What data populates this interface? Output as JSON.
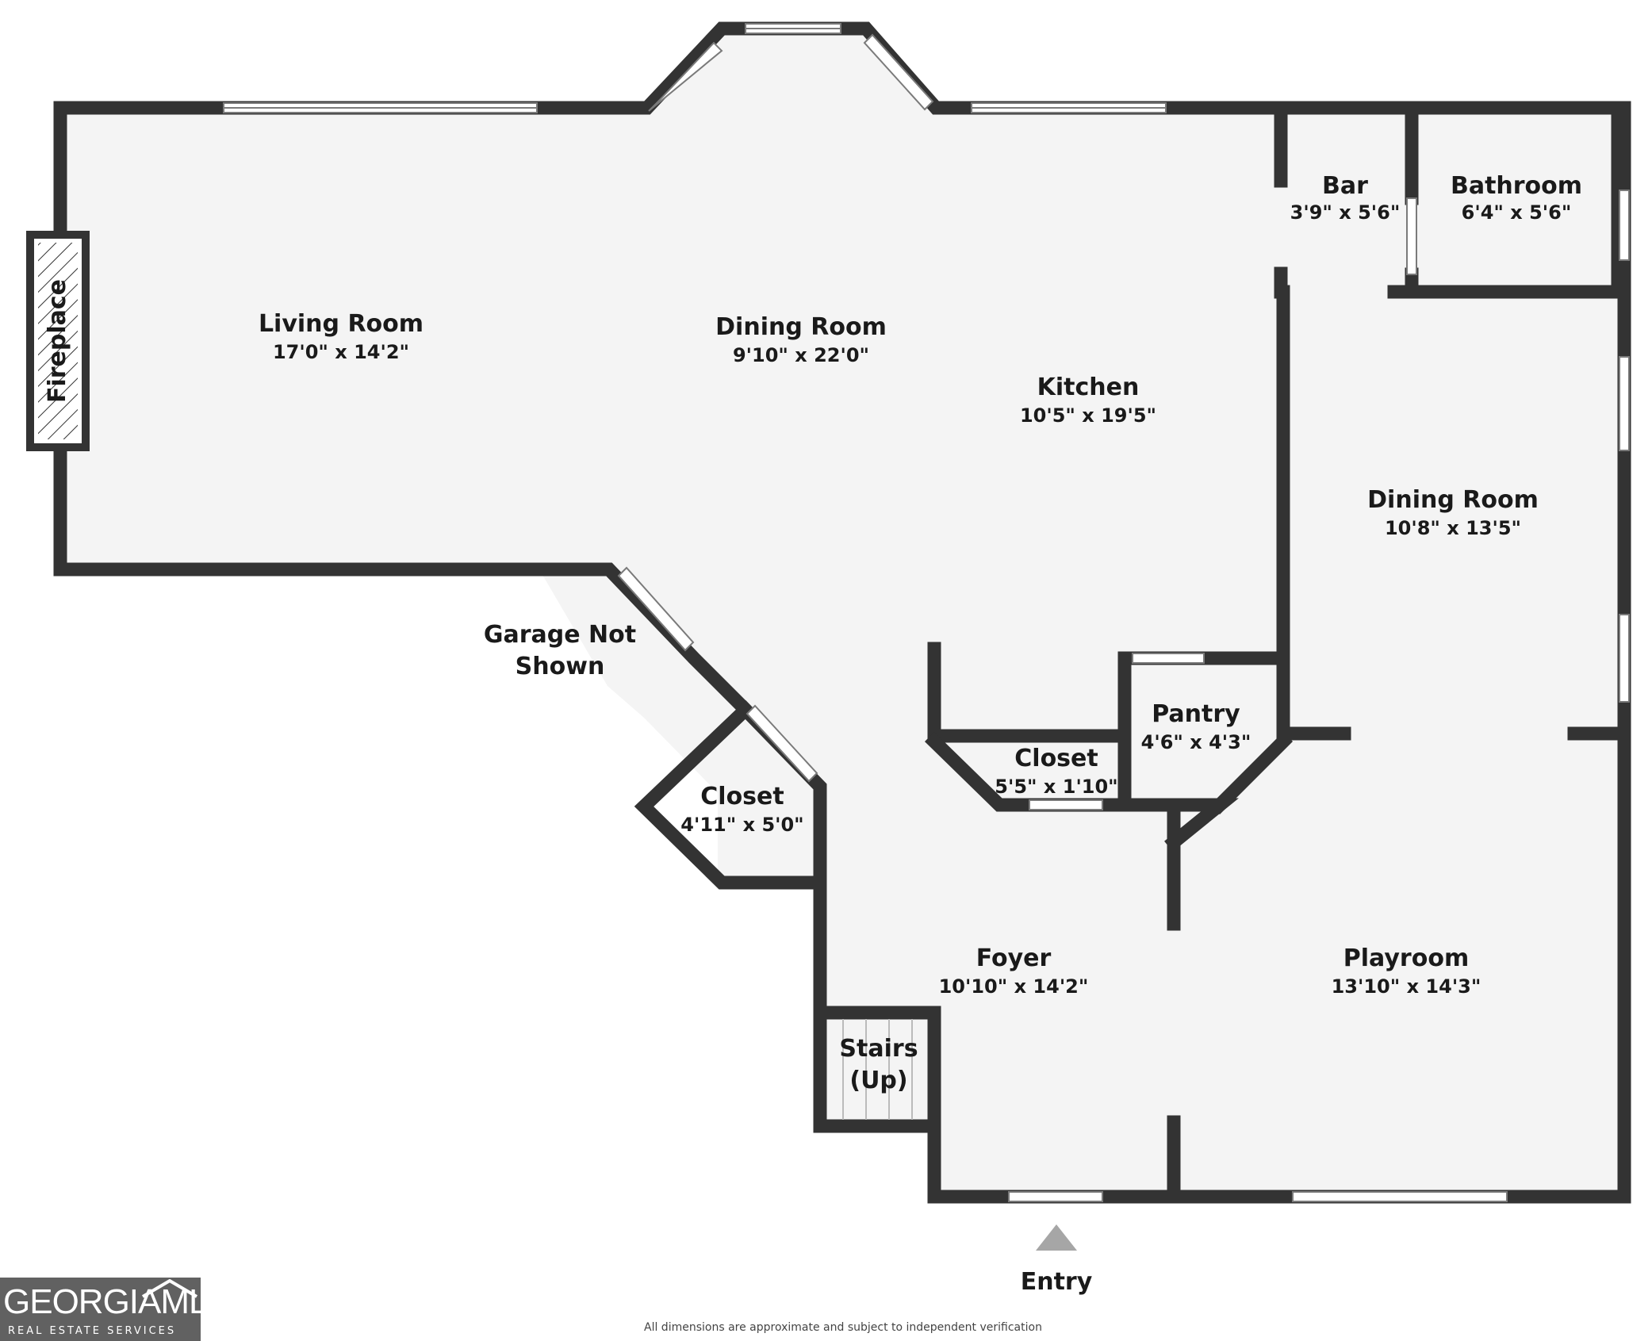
{
  "rooms": [
    {
      "id": "living-room",
      "name": "Living Room",
      "dims": "17'0\" x 14'2\""
    },
    {
      "id": "dining-room-1",
      "name": "Dining Room",
      "dims": "9'10\" x 22'0\""
    },
    {
      "id": "kitchen",
      "name": "Kitchen",
      "dims": "10'5\" x 19'5\""
    },
    {
      "id": "bar",
      "name": "Bar",
      "dims": "3'9\" x 5'6\""
    },
    {
      "id": "bathroom",
      "name": "Bathroom",
      "dims": "6'4\" x 5'6\""
    },
    {
      "id": "dining-room-2",
      "name": "Dining Room",
      "dims": "10'8\" x 13'5\""
    },
    {
      "id": "pantry",
      "name": "Pantry",
      "dims": "4'6\" x 4'3\""
    },
    {
      "id": "closet-1",
      "name": "Closet",
      "dims": "5'5\" x 1'10\""
    },
    {
      "id": "closet-2",
      "name": "Closet",
      "dims": "4'11\" x 5'0\""
    },
    {
      "id": "foyer",
      "name": "Foyer",
      "dims": "10'10\" x 14'2\""
    },
    {
      "id": "playroom",
      "name": "Playroom",
      "dims": "13'10\" x 14'3\""
    }
  ],
  "labels": {
    "fireplace": "Fireplace",
    "garage_line1": "Garage Not",
    "garage_line2": "Shown",
    "stairs_line1": "Stairs",
    "stairs_line2": "(Up)",
    "entry": "Entry",
    "disclaimer": "All dimensions are approximate and subject to independent verification"
  },
  "logo": {
    "name": "GEORGIAMLS",
    "tagline": "REAL ESTATE SERVICES"
  },
  "colors": {
    "wall": "#333333",
    "floor": "#f4f4f4",
    "logo_bg": "#616161"
  }
}
